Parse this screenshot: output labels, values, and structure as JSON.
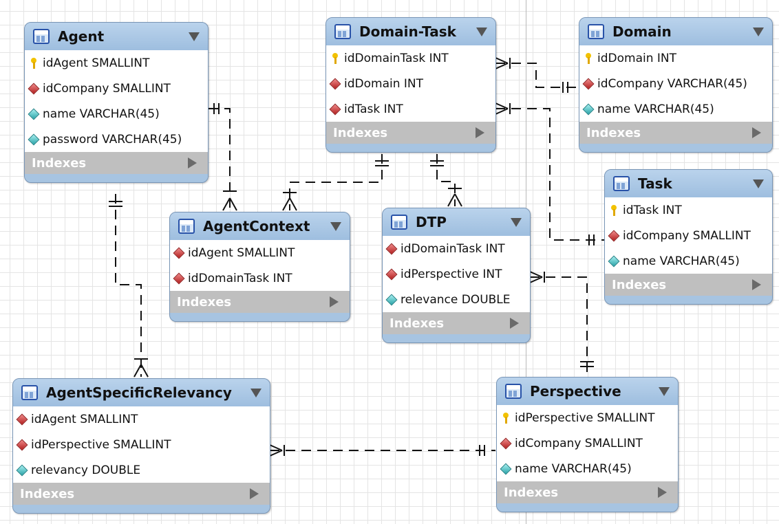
{
  "diagram": {
    "entities": {
      "agent": {
        "name": "Agent",
        "columns": [
          {
            "kind": "pk",
            "label": "idAgent SMALLINT"
          },
          {
            "kind": "fk",
            "label": "idCompany SMALLINT"
          },
          {
            "kind": "attr",
            "label": "name VARCHAR(45)"
          },
          {
            "kind": "attr",
            "label": "password VARCHAR(45)"
          }
        ],
        "indexes_label": "Indexes"
      },
      "domain_task": {
        "name": "Domain-Task",
        "columns": [
          {
            "kind": "pk",
            "label": "idDomainTask INT"
          },
          {
            "kind": "fk",
            "label": "idDomain INT"
          },
          {
            "kind": "fk",
            "label": "idTask INT"
          }
        ],
        "indexes_label": "Indexes"
      },
      "domain": {
        "name": "Domain",
        "columns": [
          {
            "kind": "pk",
            "label": "idDomain INT"
          },
          {
            "kind": "fk",
            "label": "idCompany VARCHAR(45)"
          },
          {
            "kind": "attr",
            "label": "name VARCHAR(45)"
          }
        ],
        "indexes_label": "Indexes"
      },
      "task": {
        "name": "Task",
        "columns": [
          {
            "kind": "pk",
            "label": "idTask INT"
          },
          {
            "kind": "fk",
            "label": "idCompany SMALLINT"
          },
          {
            "kind": "attr",
            "label": "name VARCHAR(45)"
          }
        ],
        "indexes_label": "Indexes"
      },
      "agent_context": {
        "name": "AgentContext",
        "columns": [
          {
            "kind": "fk",
            "label": "idAgent SMALLINT"
          },
          {
            "kind": "fk",
            "label": "idDomainTask INT"
          }
        ],
        "indexes_label": "Indexes"
      },
      "dtp": {
        "name": "DTP",
        "columns": [
          {
            "kind": "fk",
            "label": "idDomainTask INT"
          },
          {
            "kind": "fk",
            "label": "idPerspective INT"
          },
          {
            "kind": "attr",
            "label": "relevance DOUBLE"
          }
        ],
        "indexes_label": "Indexes"
      },
      "agent_specific_relevancy": {
        "name": "AgentSpecificRelevancy",
        "columns": [
          {
            "kind": "fk",
            "label": "idAgent SMALLINT"
          },
          {
            "kind": "fk",
            "label": "idPerspective SMALLINT"
          },
          {
            "kind": "attr",
            "label": "relevancy DOUBLE"
          }
        ],
        "indexes_label": "Indexes"
      },
      "perspective": {
        "name": "Perspective",
        "columns": [
          {
            "kind": "pk",
            "label": "idPerspective SMALLINT"
          },
          {
            "kind": "fk",
            "label": "idCompany SMALLINT"
          },
          {
            "kind": "attr",
            "label": "name VARCHAR(45)"
          }
        ],
        "indexes_label": "Indexes"
      }
    },
    "relationships": [
      {
        "from": "Agent",
        "to": "AgentContext",
        "cardinality": "one-to-many"
      },
      {
        "from": "Domain-Task",
        "to": "AgentContext",
        "cardinality": "one-to-many"
      },
      {
        "from": "Domain-Task",
        "to": "DTP",
        "cardinality": "one-to-many"
      },
      {
        "from": "Domain",
        "to": "Domain-Task",
        "cardinality": "one-to-many"
      },
      {
        "from": "Task",
        "to": "Domain-Task",
        "cardinality": "one-to-many"
      },
      {
        "from": "Perspective",
        "to": "DTP",
        "cardinality": "one-to-many"
      },
      {
        "from": "Agent",
        "to": "AgentSpecificRelevancy",
        "cardinality": "one-to-many"
      },
      {
        "from": "Perspective",
        "to": "AgentSpecificRelevancy",
        "cardinality": "one-to-many"
      }
    ]
  },
  "colors": {
    "header": "#a7c4e1",
    "indexes_bar": "#bfbfbf",
    "primary_key": "#f2c200",
    "foreign_key": "#c0392b",
    "attribute": "#2aa3a8"
  }
}
